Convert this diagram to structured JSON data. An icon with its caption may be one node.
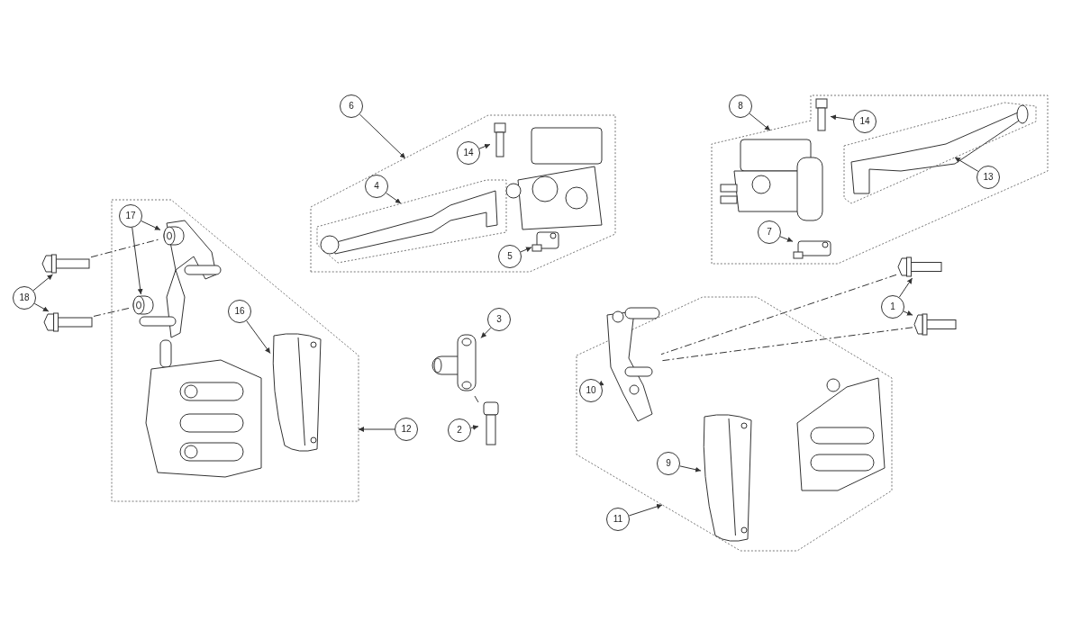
{
  "diagram": {
    "nodes": [
      {
        "text": [],
        "shape": "box"
      },
      {
        "text": [
          "6"
        ]
      },
      {
        "text": [
          "14"
        ],
        "in": 0
      },
      {
        "text": [],
        "shape": "picture",
        "in": 0
      },
      {
        "text": [
          "4"
        ],
        "in": 0
      },
      {
        "text": [],
        "shape": "box",
        "in": 0
      },
      {
        "text": [
          "5"
        ],
        "in": 0
      },
      {
        "text": [],
        "shape": "picture",
        "in": 0
      },
      {
        "text": [],
        "shape": "box"
      },
      {
        "text": [
          "8"
        ]
      },
      {
        "text": [
          "14"
        ],
        "in": 8
      },
      {
        "text": [],
        "shape": "picture",
        "in": 8
      },
      {
        "text": [
          "13"
        ],
        "in": 8
      },
      {
        "text": [],
        "shape": "box",
        "in": 8
      },
      {
        "text": [
          "7"
        ],
        "in": 8
      },
      {
        "text": [],
        "shape": "picture",
        "in": 8
      },
      {
        "text": [],
        "shape": "box"
      },
      {
        "text": [
          "17"
        ],
        "in": 16
      },
      {
        "text": [],
        "shape": "picture",
        "in": 16
      },
      {
        "text": [],
        "shape": "picture",
        "in": 16
      },
      {
        "text": [
          "16"
        ],
        "in": 16
      },
      {
        "text": [],
        "shape": "picture",
        "in": 16
      },
      {
        "text": [
          "18"
        ]
      },
      {
        "text": [],
        "shape": "picture"
      },
      {
        "text": [],
        "shape": "picture"
      },
      {
        "text": [
          "12"
        ]
      },
      {
        "text": [
          "3"
        ]
      },
      {
        "text": [],
        "shape": "picture"
      },
      {
        "text": [
          "2"
        ]
      },
      {
        "text": [],
        "shape": "picture"
      },
      {
        "text": [
          "1"
        ]
      },
      {
        "text": [],
        "shape": "picture"
      },
      {
        "text": [],
        "shape": "picture"
      },
      {
        "text": [],
        "shape": "box"
      },
      {
        "text": [
          "10"
        ],
        "in": 33
      },
      {
        "text": [],
        "shape": "picture",
        "in": 33
      },
      {
        "text": [
          "9"
        ],
        "in": 33
      },
      {
        "text": [],
        "shape": "picture",
        "in": 33
      },
      {
        "text": [
          "11"
        ]
      }
    ],
    "edges": [
      {
        "from": 1,
        "to": 0,
        "arrow": "to"
      },
      {
        "from": 2,
        "to": 3,
        "arrow": "to"
      },
      {
        "from": 4,
        "to": 5,
        "arrow": "to"
      },
      {
        "from": 6,
        "to": 7,
        "arrow": "to"
      },
      {
        "from": 9,
        "to": 8,
        "arrow": "to"
      },
      {
        "from": 10,
        "to": 11,
        "arrow": "to"
      },
      {
        "from": 12,
        "to": 13,
        "arrow": "to"
      },
      {
        "from": 14,
        "to": 15,
        "arrow": "to"
      },
      {
        "from": 17,
        "to": 18,
        "arrow": "to"
      },
      {
        "from": 17,
        "to": 19,
        "arrow": "to"
      },
      {
        "from": 20,
        "to": 21,
        "arrow": "to"
      },
      {
        "from": 22,
        "to": 23,
        "arrow": "to"
      },
      {
        "from": 22,
        "to": 24,
        "arrow": "to"
      },
      {
        "from": 25,
        "to": 16,
        "arrow": "to"
      },
      {
        "from": 26,
        "to": 27,
        "arrow": "to"
      },
      {
        "from": 28,
        "to": 29,
        "arrow": "to"
      },
      {
        "from": 30,
        "to": 31,
        "arrow": "to"
      },
      {
        "from": 30,
        "to": 32,
        "arrow": "to"
      },
      {
        "from": 34,
        "to": 35,
        "arrow": "to"
      },
      {
        "from": 36,
        "to": 37,
        "arrow": "to"
      },
      {
        "from": 38,
        "to": 33,
        "arrow": "to"
      },
      {
        "from": 23,
        "to": 18,
        "arrow": "none",
        "style": "dashed"
      },
      {
        "from": 24,
        "to": 19,
        "arrow": "none",
        "style": "dashed"
      },
      {
        "from": 29,
        "to": 27,
        "arrow": "none",
        "style": "dashed"
      },
      {
        "from": 31,
        "to": 35,
        "arrow": "none",
        "style": "dashed"
      },
      {
        "from": 32,
        "to": 35,
        "arrow": "none",
        "style": "dashed"
      }
    ]
  }
}
